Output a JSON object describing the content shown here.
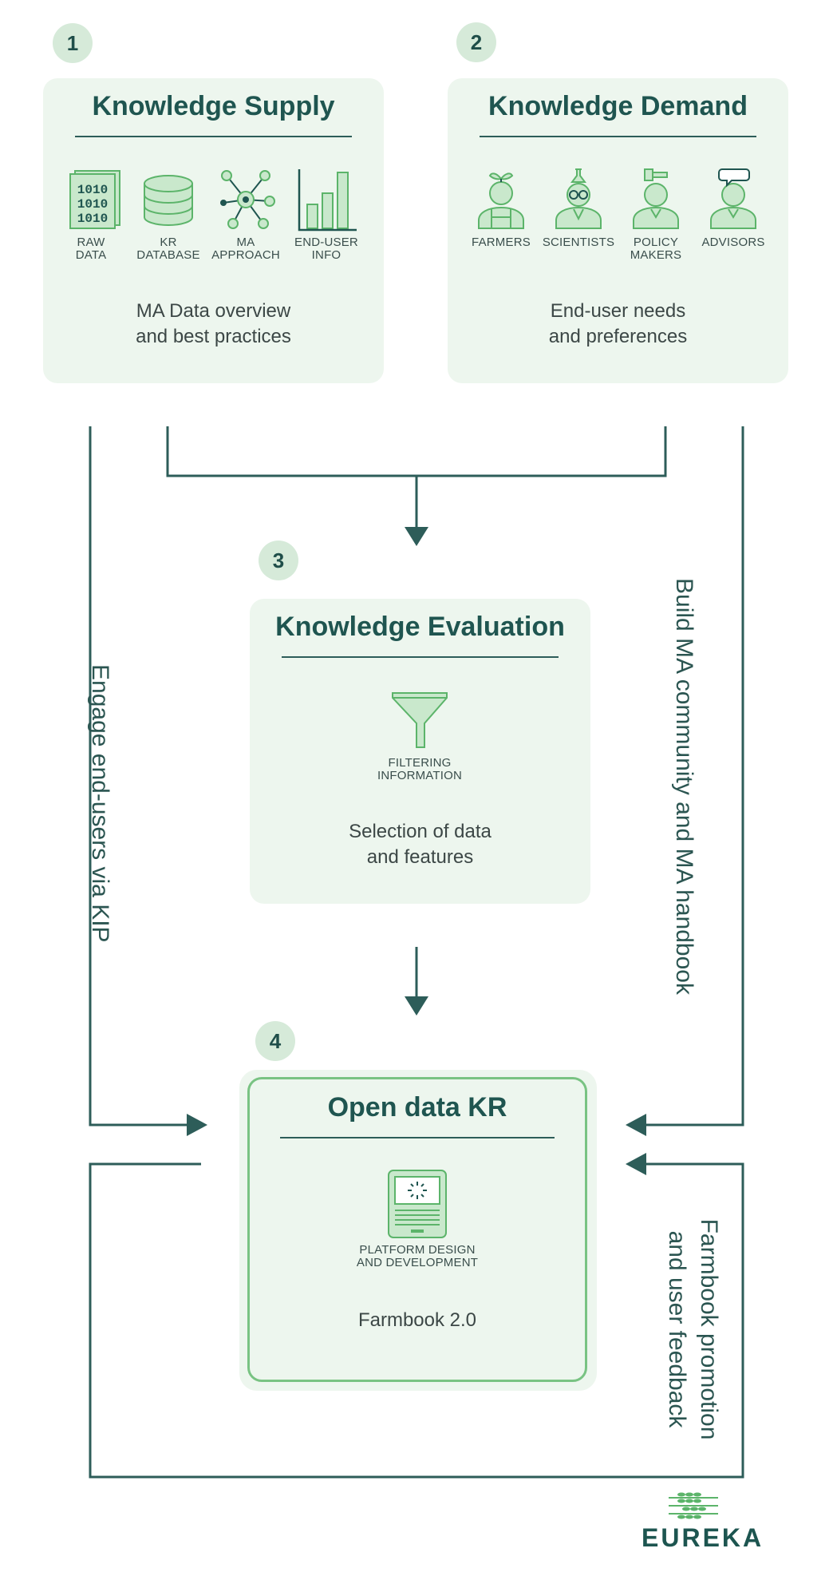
{
  "colors": {
    "primary": "#1f5550",
    "box_fill": "#edf6ee",
    "badge_fill": "#d6ead9",
    "icon_green": "#5cb46a",
    "icon_light": "#c9e8cc"
  },
  "supply": {
    "badge": "1",
    "title": "Knowledge Supply",
    "icons": [
      {
        "icon": "binary-document-icon",
        "label": "RAW\nDATA"
      },
      {
        "icon": "database-icon",
        "label": "KR\nDATABASE"
      },
      {
        "icon": "network-nodes-icon",
        "label": "MA\nAPPROACH"
      },
      {
        "icon": "bar-chart-icon",
        "label": "END-USER\nINFO"
      }
    ],
    "description": "MA Data overview\nand best practices"
  },
  "demand": {
    "badge": "2",
    "title": "Knowledge Demand",
    "icons": [
      {
        "icon": "farmer-icon",
        "label": "FARMERS"
      },
      {
        "icon": "scientist-icon",
        "label": "SCIENTISTS"
      },
      {
        "icon": "policy-maker-icon",
        "label": "POLICY\nMAKERS"
      },
      {
        "icon": "advisor-icon",
        "label": "ADVISORS"
      }
    ],
    "description": "End-user needs\nand preferences"
  },
  "evaluation": {
    "badge": "3",
    "title": "Knowledge Evaluation",
    "icon": "funnel-icon",
    "icon_label": "FILTERING\nINFORMATION",
    "description": "Selection of data\nand features"
  },
  "open_data": {
    "badge": "4",
    "title": "Open data KR",
    "icon": "tablet-loading-icon",
    "icon_label": "PLATFORM DESIGN\nAND DEVELOPMENT",
    "description": "Farmbook 2.0"
  },
  "side_labels": {
    "left": "Engage end-users via KIP",
    "right_top": "Build MA community and MA handbook",
    "right_bottom": "Farmbook promotion\nand user feedback"
  },
  "logo": {
    "icon": "wheat-ears-icon",
    "text": "EUREKA"
  }
}
